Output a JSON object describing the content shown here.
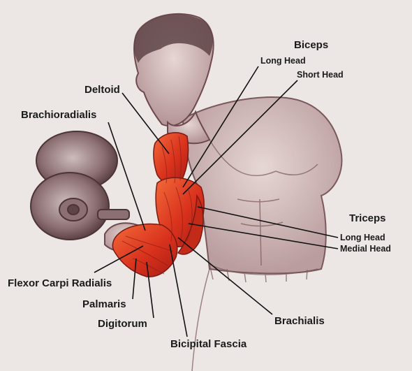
{
  "labels": {
    "biceps": "Biceps",
    "biceps_long_head": "Long Head",
    "biceps_short_head": "Short Head",
    "deltoid": "Deltoid",
    "brachioradialis": "Brachioradialis",
    "triceps": "Triceps",
    "triceps_long_head": "Long Head",
    "triceps_medial_head": "Medial Head",
    "flexor_carpi_radialis": "Flexor Carpi Radialis",
    "palmaris": "Palmaris",
    "digitorum": "Digitorum",
    "brachialis": "Brachialis",
    "bicipital_fascia": "Bicipital Fascia"
  },
  "colors": {
    "background": "#ece7e5",
    "sketch": "#6e4a4e",
    "muscle": "#d9321d",
    "muscle_highlight": "#f26a3a",
    "leader_line": "#111111"
  }
}
